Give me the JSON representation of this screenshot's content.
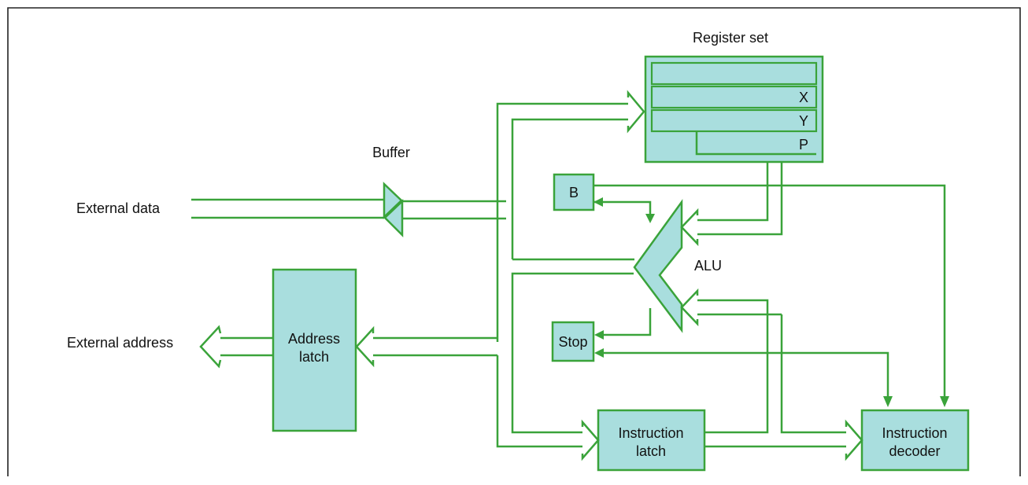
{
  "labels": {
    "register_set": "Register set",
    "reg_x": "X",
    "reg_y": "Y",
    "reg_p": "P",
    "buffer": "Buffer",
    "external_data": "External data",
    "external_address": "External address",
    "b": "B",
    "alu": "ALU",
    "stop": "Stop",
    "address_latch_line1": "Address",
    "address_latch_line2": "latch",
    "instruction_latch_line1": "Instruction",
    "instruction_latch_line2": "latch",
    "instruction_decoder_line1": "Instruction",
    "instruction_decoder_line2": "decoder"
  },
  "colors": {
    "block_fill": "#a9dede",
    "line": "#3aa33a",
    "frame": "#222222"
  }
}
